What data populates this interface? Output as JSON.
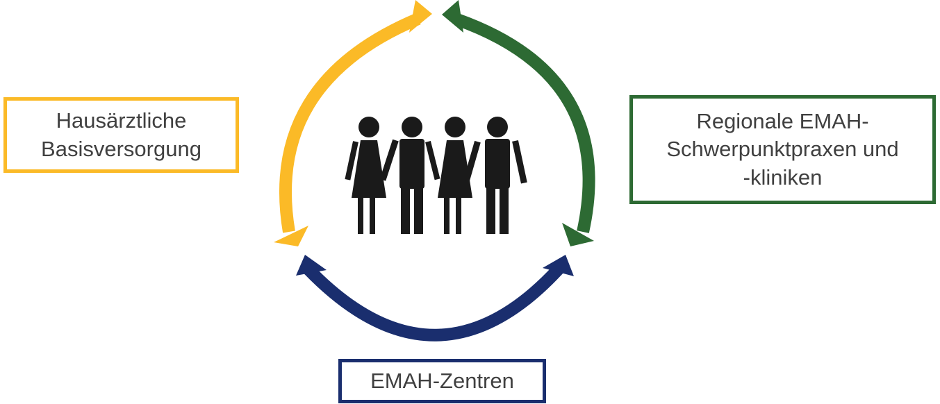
{
  "colors": {
    "primary_care": "#FBBA27",
    "regional": "#2D6A33",
    "centers": "#1A2E6E",
    "people": "#1A1A1A",
    "text": "#404040"
  },
  "nodes": {
    "primary_care": {
      "label": "Hausärztliche\nBasisversorgung"
    },
    "regional": {
      "label": "Regionale EMAH-\nSchwerpunktpraxen und\n-kliniken"
    },
    "centers": {
      "label": "EMAH-Zentren"
    }
  },
  "center_icon": "people-group-icon",
  "arrows": [
    {
      "name": "arrow-yellow",
      "direction": "bidirectional"
    },
    {
      "name": "arrow-green",
      "direction": "bidirectional"
    },
    {
      "name": "arrow-blue",
      "direction": "bidirectional"
    }
  ]
}
